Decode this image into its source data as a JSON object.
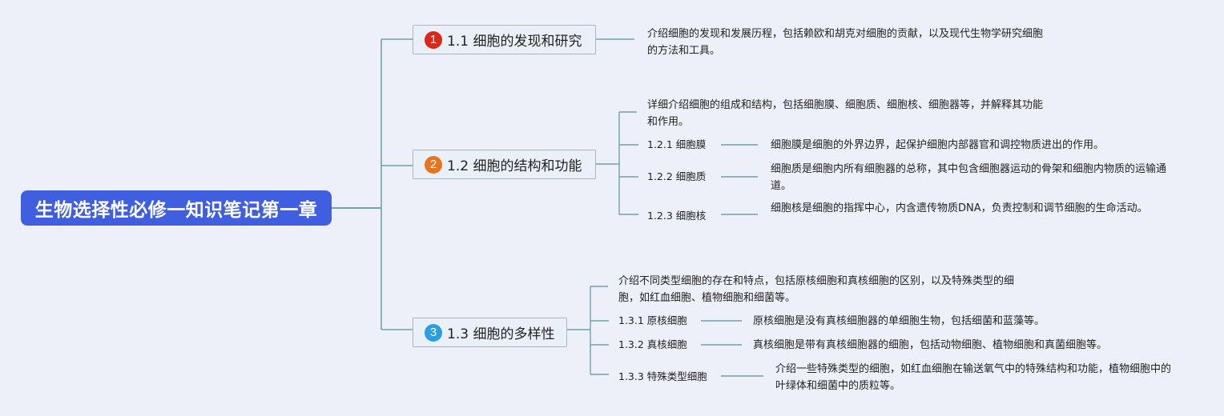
{
  "root": {
    "title": "生物选择性必修一知识笔记第一章"
  },
  "topics": [
    {
      "badge": "1",
      "badge_color": "#d9281c",
      "title": "1.1 细胞的发现和研究",
      "summary": "介绍细胞的发现和发展历程，包括赖欧和胡克对细胞的贡献，以及现代生物学研究细胞的方法和工具。"
    },
    {
      "badge": "2",
      "badge_color": "#e8741e",
      "title": "1.2 细胞的结构和功能",
      "summary": "详细介绍细胞的组成和结构，包括细胞膜、细胞质、细胞核、细胞器等，并解释其功能和作用。",
      "subs": [
        {
          "label": "1.2.1 细胞膜",
          "desc": "细胞膜是细胞的外界边界，起保护细胞内部器官和调控物质进出的作用。"
        },
        {
          "label": "1.2.2 细胞质",
          "desc": "细胞质是细胞内所有细胞器的总称，其中包含细胞器运动的骨架和细胞内物质的运输通道。"
        },
        {
          "label": "1.2.3 细胞核",
          "desc": "细胞核是细胞的指挥中心，内含遗传物质DNA，负责控制和调节细胞的生命活动。"
        }
      ]
    },
    {
      "badge": "3",
      "badge_color": "#2b9ee0",
      "title": "1.3 细胞的多样性",
      "summary": "介绍不同类型细胞的存在和特点，包括原核细胞和真核细胞的区别，以及特殊类型的细胞，如红血细胞、植物细胞和细菌等。",
      "subs": [
        {
          "label": "1.3.1 原核细胞",
          "desc": "原核细胞是没有真核细胞器的单细胞生物，包括细菌和蓝藻等。"
        },
        {
          "label": "1.3.2 真核细胞",
          "desc": "真核细胞是带有真核细胞器的细胞，包括动物细胞、植物细胞和真菌细胞等。"
        },
        {
          "label": "1.3.3 特殊类型细胞",
          "desc": "介绍一些特殊类型的细胞，如红血细胞在输送氧气中的特殊结构和功能，植物细胞中的叶绿体和细菌中的质粒等。"
        }
      ]
    }
  ],
  "colors": {
    "root_bg": "#3f5fe0",
    "line": "#6fa3a4",
    "background": "#eef0f9"
  }
}
